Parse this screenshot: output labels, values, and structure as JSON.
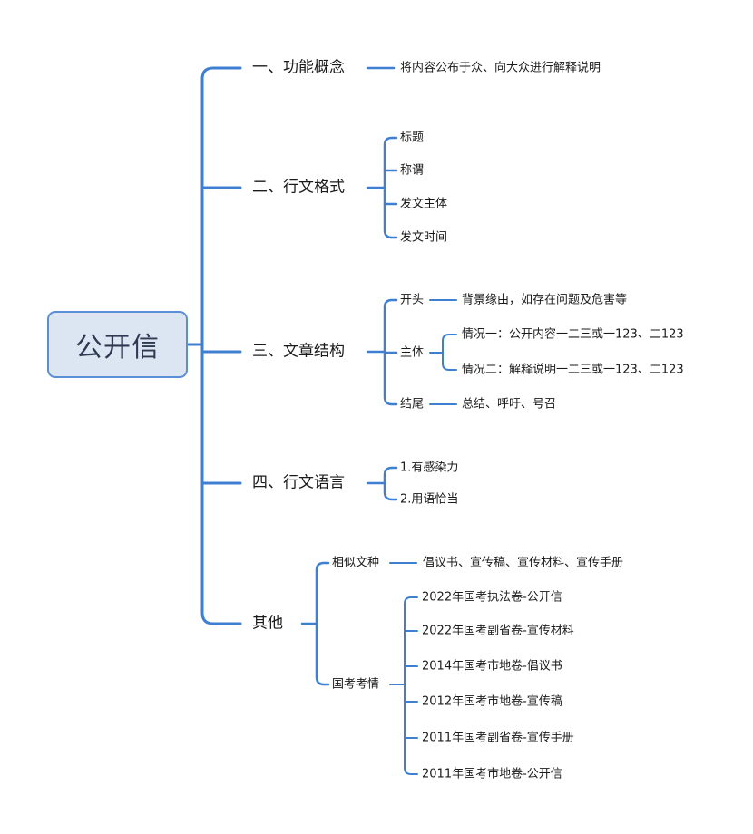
{
  "root": "公开信",
  "branches": [
    {
      "label": "一、功能概念",
      "children": [
        "将内容公布于众、向大众进行解释说明"
      ]
    },
    {
      "label": "二、行文格式",
      "children": [
        "标题",
        "称谓",
        "发文主体",
        "发文时间"
      ]
    },
    {
      "label": "三、文章结构",
      "children": [
        {
          "label": "开头",
          "children": [
            "背景缘由，如存在问题及危害等"
          ]
        },
        {
          "label": "主体",
          "children": [
            "情况一：公开内容一二三或一123、二123",
            "情况二：解释说明一二三或一123、二123"
          ]
        },
        {
          "label": "结尾",
          "children": [
            "总结、呼吁、号召"
          ]
        }
      ]
    },
    {
      "label": "四、行文语言",
      "children": [
        "1.有感染力",
        "2.用语恰当"
      ]
    },
    {
      "label": "其他",
      "children": [
        {
          "label": "相似文种",
          "children": [
            "倡议书、宣传稿、宣传材料、宣传手册"
          ]
        },
        {
          "label": "国考考情",
          "children": [
            "2022年国考执法卷-公开信",
            "2022年国考副省卷-宣传材料",
            "2014年国考市地卷-倡议书",
            "2012年国考市地卷-宣传稿",
            "2011年国考副省卷-宣传手册",
            "2011年国考市地卷-公开信"
          ]
        }
      ]
    }
  ],
  "colors": {
    "line": "#3f7fd1",
    "root_fill": "#dce6f2",
    "root_border": "#5b8ed6"
  }
}
